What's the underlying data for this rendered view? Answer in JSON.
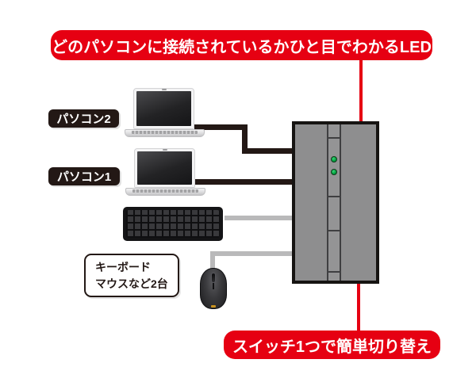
{
  "callouts": {
    "top": "どのパソコンに接続されているかひと目でわかるLED",
    "bottom": "スイッチ1つで簡単切り替え"
  },
  "labels": {
    "pc2": "パソコン2",
    "pc1": "パソコン1",
    "peripherals_line1": "キーボード",
    "peripherals_line2": "マウスなど2台"
  },
  "diagram": {
    "type": "kvm-switch-connection",
    "nodes": [
      {
        "name": "laptop-2",
        "label": "パソコン2",
        "cable_color": "#231815"
      },
      {
        "name": "laptop-1",
        "label": "パソコン1",
        "cable_color": "#231815"
      },
      {
        "name": "keyboard",
        "cable_color": "#b9b9ba"
      },
      {
        "name": "mouse",
        "cable_color": "#b9b9ba"
      },
      {
        "name": "kvm-switch",
        "led_count": 2,
        "led_color": "#00a33e"
      }
    ],
    "led_states": [
      "on",
      "on"
    ]
  },
  "colors": {
    "accent_red": "#e60012",
    "device_gray": "#8e8e8f",
    "led_green": "#00a33e",
    "cable_dark": "#231815",
    "cable_light": "#b9b9ba",
    "plate_black": "#231815"
  }
}
